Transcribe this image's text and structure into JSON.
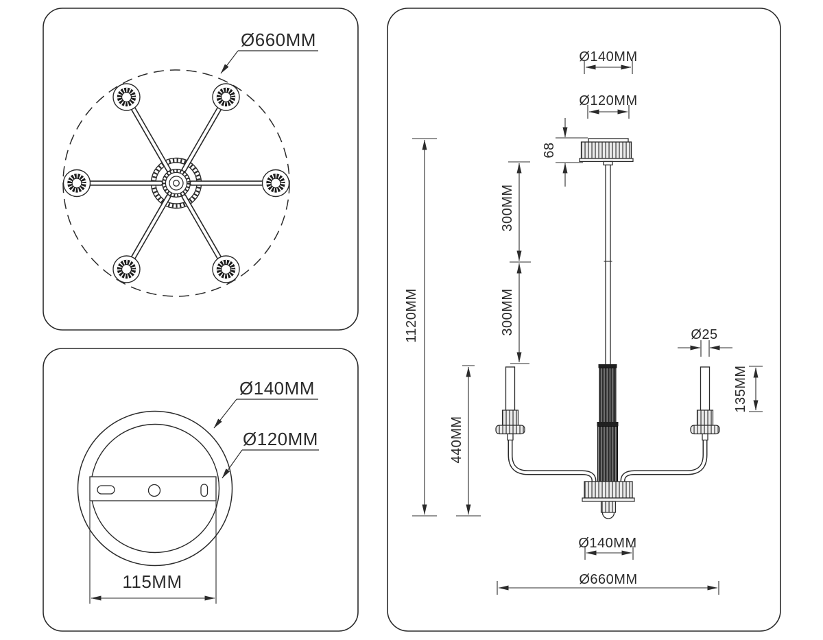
{
  "page": {
    "background": "#ffffff",
    "line_color": "#2b2b2b"
  },
  "top_view": {
    "diameter_label": "Ø660MM"
  },
  "mount_view": {
    "outer_diameter_label": "Ø140MM",
    "inner_diameter_label": "Ø120MM",
    "hole_spacing_label": "115MM"
  },
  "side_view": {
    "canopy_outer_label": "Ø140MM",
    "canopy_inner_label": "Ø120MM",
    "canopy_height_label": "68",
    "total_height_label": "1120MM",
    "rod_upper_label": "300MM",
    "rod_lower_label": "300MM",
    "body_height_label": "440MM",
    "candle_diameter_label": "Ø25",
    "candle_height_label": "135MM",
    "hub_diameter_label": "Ø140MM",
    "overall_width_label": "Ø660MM"
  }
}
